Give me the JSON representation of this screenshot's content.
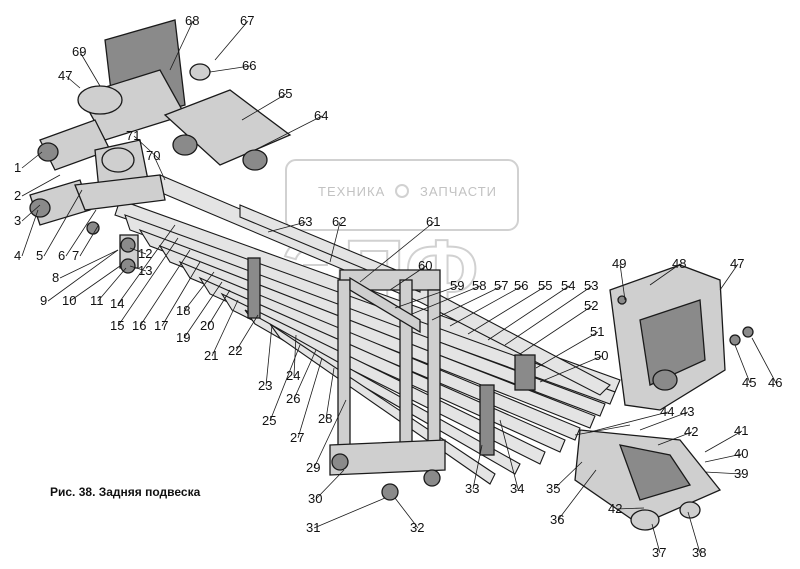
{
  "caption": "Рис. 38. Задняя подвеска",
  "watermark": {
    "line1": "ТЕХНИКА",
    "line2": "ЗАПЧАСТИ",
    "logo": "ЭПФ"
  },
  "labels": [
    "1",
    "2",
    "3",
    "4",
    "5",
    "6",
    "7",
    "8",
    "9",
    "10",
    "11",
    "12",
    "13",
    "14",
    "15",
    "16",
    "17",
    "18",
    "19",
    "20",
    "21",
    "22",
    "23",
    "24",
    "25",
    "26",
    "27",
    "28",
    "29",
    "30",
    "31",
    "32",
    "33",
    "34",
    "35",
    "36",
    "37",
    "38",
    "39",
    "40",
    "41",
    "42",
    "42",
    "43",
    "44",
    "45",
    "46",
    "47",
    "47",
    "48",
    "49",
    "50",
    "51",
    "52",
    "53",
    "54",
    "55",
    "56",
    "57",
    "58",
    "59",
    "60",
    "61",
    "62",
    "63",
    "64",
    "65",
    "66",
    "67",
    "68",
    "69",
    "70",
    "71"
  ]
}
